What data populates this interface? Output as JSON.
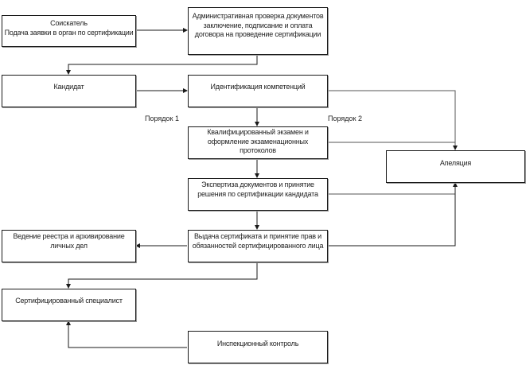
{
  "diagram": {
    "boxes": {
      "applicant": {
        "lines": [
          "Соискатель",
          "Подача заявки в орган по сертификации"
        ]
      },
      "admin_check": {
        "lines": [
          "Административная проверка документов",
          "заключение, подписание и оплата",
          "договора на проведение сертификации"
        ]
      },
      "candidate": {
        "lines": [
          "Кандидат"
        ]
      },
      "identification": {
        "lines": [
          "Идентификация компетенций"
        ]
      },
      "exam": {
        "lines": [
          "Квалифицированный экзамен и",
          "оформление экзаменационных",
          "протоколов"
        ]
      },
      "appeal": {
        "lines": [
          "Апеляция"
        ]
      },
      "expertise": {
        "lines": [
          "Экспертиза документов и принятие",
          "решения по сертификации кандидата"
        ]
      },
      "registry": {
        "lines": [
          "Ведение реестра и архивирование",
          "личных дел"
        ]
      },
      "issuance": {
        "lines": [
          "Выдача сертификата и принятие прав и",
          "обязанностей сертифицированного лица"
        ]
      },
      "certified": {
        "lines": [
          "Сертифицированный специалист"
        ]
      },
      "inspection": {
        "lines": [
          "Инспекционный контроль"
        ]
      }
    },
    "labels": {
      "order1": "Порядок 1",
      "order2": "Порядок 2"
    },
    "colors": {
      "line": "#1a1a1a",
      "shadow": "#9a9a9a"
    }
  }
}
